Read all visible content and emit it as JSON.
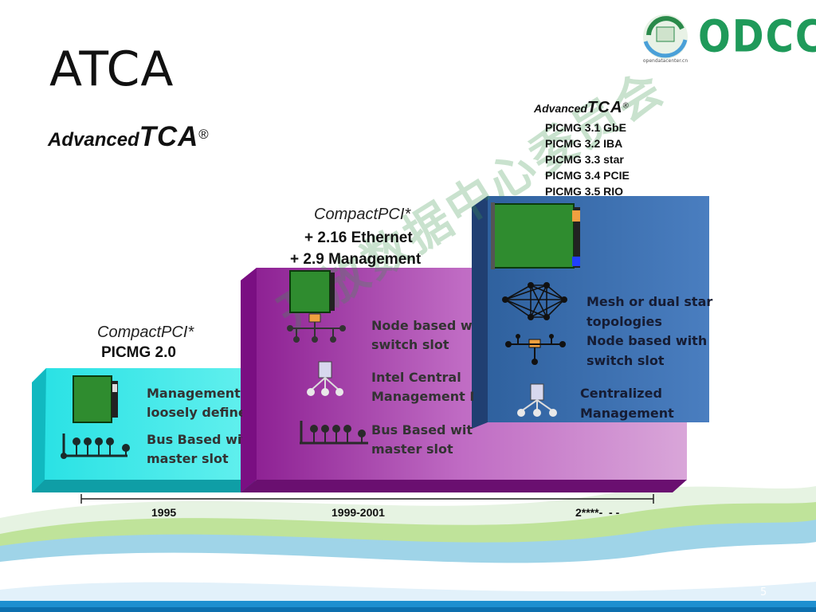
{
  "slide": {
    "title": "ATCA",
    "page_number": "5"
  },
  "brand": {
    "logo_text": "ODCC",
    "logo_small_text": "opendatacenter.cn",
    "watermark_text": "开放数据中心委员会"
  },
  "advanced_tca_main": {
    "word1": "Advanced",
    "word2": "TCA",
    "reg": "®"
  },
  "advanced_tca_small": {
    "word1": "Advanced",
    "word2": "TCA",
    "reg": "®"
  },
  "picmg_specs": [
    "PICMG 3.1 GbE",
    "PICMG 3.2 IBA",
    "PICMG 3.3 star",
    "PICMG 3.4 PCIE",
    "PICMG 3.5 RIO"
  ],
  "middle_header": {
    "brand": "CompactPCI*",
    "line1": "+ 2.16 Ethernet",
    "line2": "+ 2.9 Management"
  },
  "left_header": {
    "brand": "CompactPCI*",
    "line1": "PICMG 2.0"
  },
  "cyan_step": {
    "text1": [
      "Management",
      "loosely defined"
    ],
    "text2": [
      "Bus Based with",
      "master slot"
    ]
  },
  "purple_step": {
    "text1": [
      "Node based with",
      "switch slot"
    ],
    "text2": [
      "Intel Central",
      "Management M"
    ],
    "text3": [
      "Bus Based with",
      "master slot"
    ]
  },
  "blue_step": {
    "text1": [
      "Mesh or dual star",
      "topologies"
    ],
    "text2": [
      "Node based with",
      "switch slot"
    ],
    "text3": [
      "Centralized",
      "Management"
    ]
  },
  "timeline": {
    "labels": [
      "1995",
      "1999-2001",
      "2****-  - -"
    ]
  },
  "colors": {
    "cyan": "#19d6dc",
    "purple": "#9b2fa0",
    "blue": "#3f6fb3",
    "board_green": "#2f8c2f",
    "odcc_green": "#2a8a4a",
    "odcc_blue": "#1d5aa8"
  }
}
